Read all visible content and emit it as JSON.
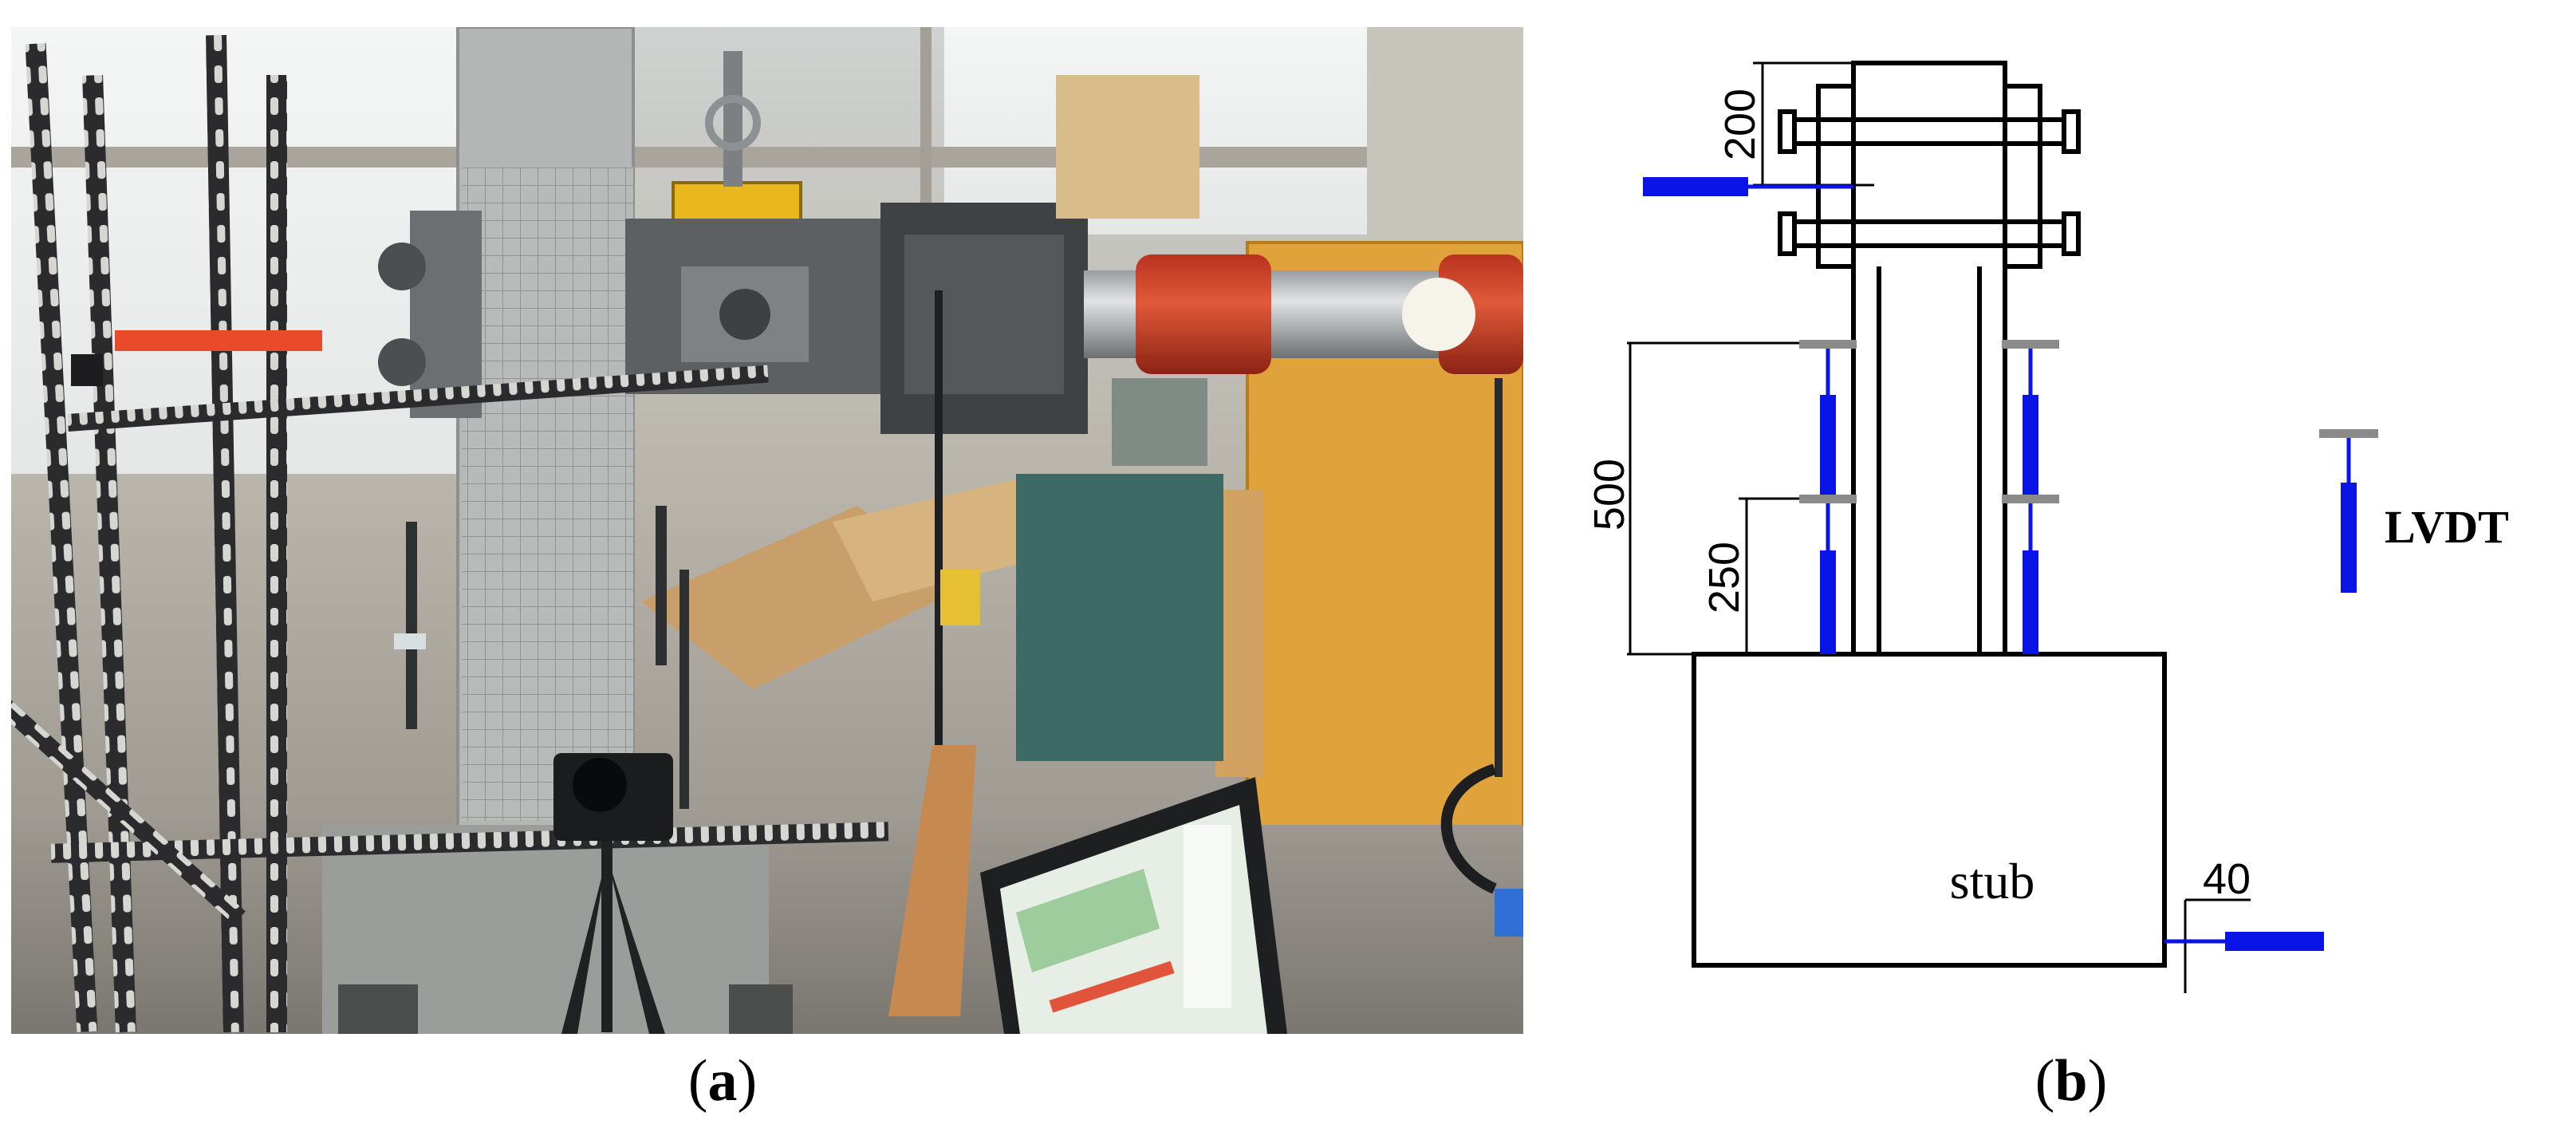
{
  "photo": {
    "description_icon": "photo-icon"
  },
  "captions": {
    "a_open": "(",
    "a_letter": "a",
    "a_close": ")",
    "b_open": "(",
    "b_letter": "b",
    "b_close": ")"
  },
  "diagram": {
    "dim_top": "200",
    "dim_mid": "500",
    "dim_low": "250",
    "dim_side": "40",
    "stub_label": "stub",
    "legend_label": "LVDT"
  },
  "colors": {
    "lvdt_blue": "#0a14e6",
    "lvdt_gray": "#8a8a8a",
    "line": "#000000"
  }
}
